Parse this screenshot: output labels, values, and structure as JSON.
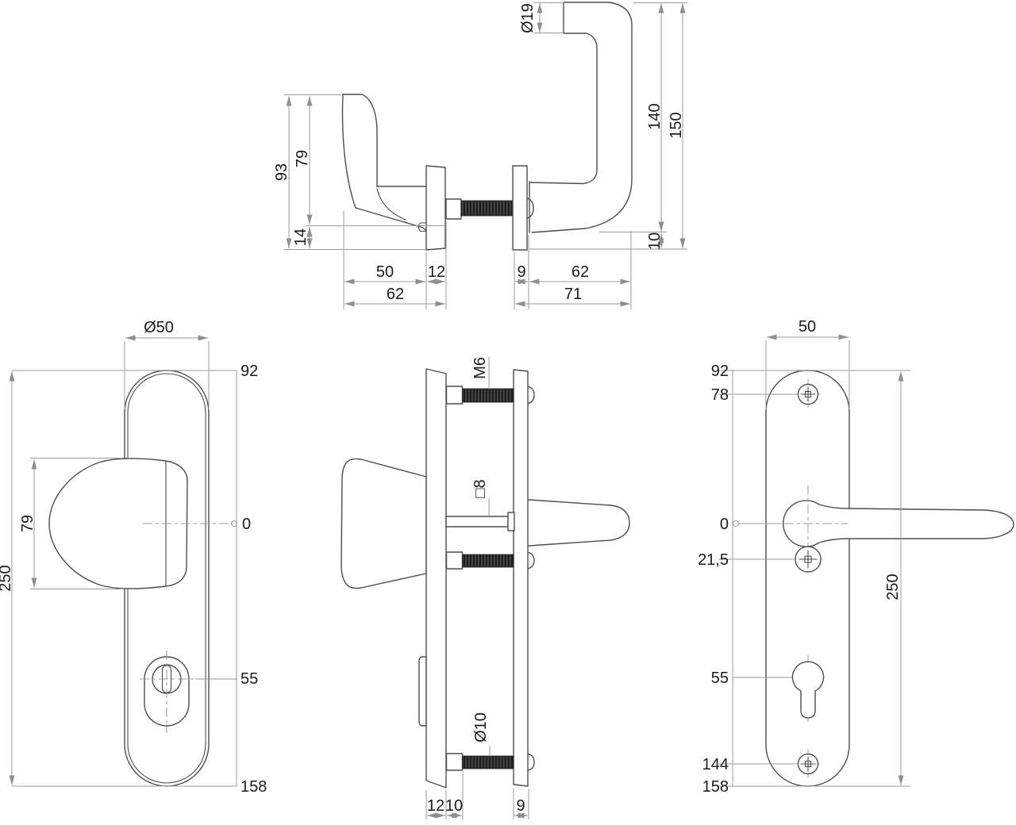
{
  "drawing": {
    "background": "#ffffff",
    "outline_color": "#4d4d4d",
    "dimension_color": "#9b9b9b",
    "text_color": "#1c1c1c",
    "thread_color": "#1c1c1c"
  },
  "side_view": {
    "lever_diameter": "Ø19",
    "lever_height_140": "140",
    "lever_height_150": "150",
    "gap_10": "10",
    "knob_height_93": "93",
    "knob_height_79": "79",
    "knob_offset_14": "14",
    "knob_depth_50": "50",
    "rose_thickness_12": "12",
    "total_depth_62": "62",
    "rose_thickness_9": "9",
    "lever_depth_62": "62",
    "total_depth_71": "71"
  },
  "exterior_view": {
    "plate_width": "Ø50",
    "top_92": "92",
    "center_0": "0",
    "cylinder_55": "55",
    "bottom_158": "158",
    "plate_height_250": "250",
    "knob_width_79": "79"
  },
  "section_view": {
    "bolt_top": "M6",
    "spindle": "□8",
    "bolt_bottom": "Ø10",
    "plate_thickness_12": "12",
    "offset_10": "10",
    "plate_thickness_9": "9"
  },
  "interior_view": {
    "plate_width": "50",
    "top_92": "92",
    "screw_78": "78",
    "center_0": "0",
    "screw_21_5": "21,5",
    "cylinder_55": "55",
    "screw_144": "144",
    "bottom_158": "158",
    "plate_height_250": "250"
  }
}
